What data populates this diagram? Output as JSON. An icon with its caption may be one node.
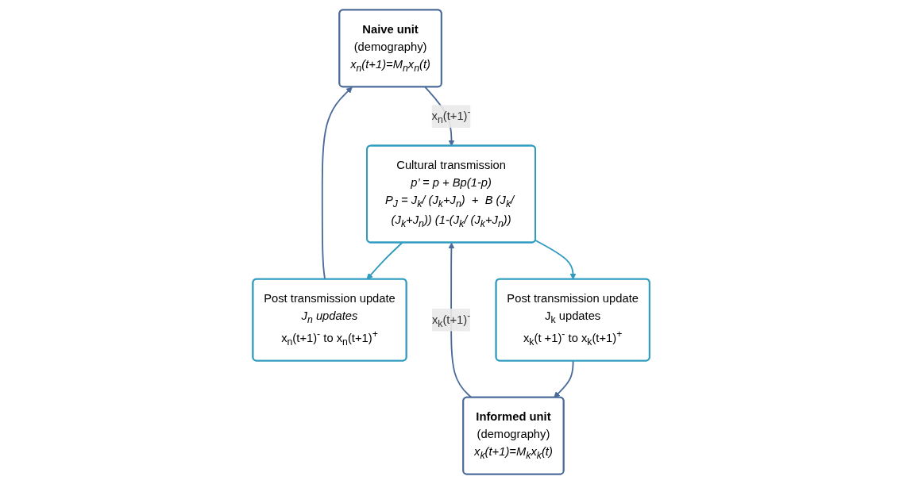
{
  "diagram": {
    "nodes": [
      {
        "text": [
          "Naive unit",
          "(demography)",
          "x$_{n}$(t+1)=M$_{n}$x$_{n}$(t)"
        ]
      },
      {
        "text": [
          "Informed unit",
          "(demography)",
          "x$_{k}$(t+1)=M$_{k}$x$_{k}$(t)"
        ]
      },
      {
        "text": [
          "Cultural transmission",
          "p’ = p + Bp(1-p)",
          "P$_{J}$ = J$_{k}$/ (J$_{k}$+J$_{n}$)  +  B (J$_{k}$/ (J$_{k}$+J$_{n}$)) (1-(J$_{k}$/ (J$_{k}$+J$_{n}$))"
        ]
      },
      {
        "text": [
          "Post transmission update",
          "J$_{n}$ updates",
          "x$_{n}$(t+1)$^{-}$   to   x$_{n}$(t+1)$^{+}$"
        ]
      },
      {
        "text": [
          "Post transmission update",
          "J$_{k}$ updates",
          "x$_{k}$(t +1)$^{-}$   to   x$_{k}$(t+1)$^{+}$"
        ]
      }
    ],
    "edges": [
      {
        "from": 0,
        "to": 2,
        "arrow": "to",
        "label": "x$_{n}$(t+1)$^{-}$"
      },
      {
        "from": 1,
        "to": 2,
        "arrow": "to",
        "label": "x$_{k}$(t+1)$^{-}$"
      },
      {
        "from": 2,
        "to": 3,
        "arrow": "to",
        "color": "#2e9bbf"
      },
      {
        "from": 2,
        "to": 4,
        "arrow": "to",
        "color": "#2e9bbf"
      },
      {
        "from": 3,
        "to": 0,
        "arrow": "to"
      },
      {
        "from": 4,
        "to": 1,
        "arrow": "to"
      }
    ]
  }
}
